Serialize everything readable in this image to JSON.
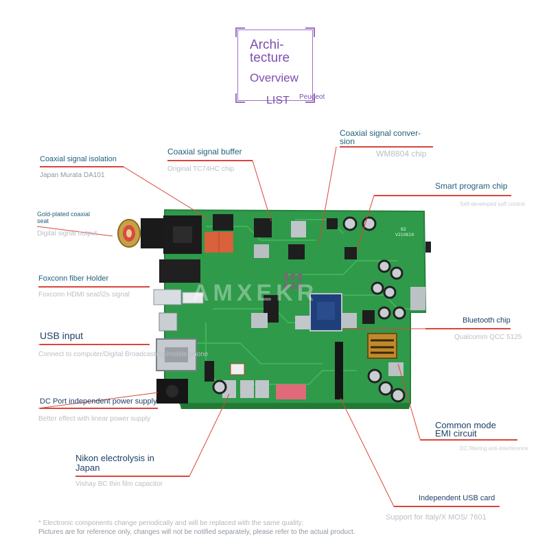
{
  "title": {
    "line1": "Archi-",
    "line2": "tecture",
    "line3": "Overview",
    "line4": "LIST",
    "brand": "Peugeot"
  },
  "watermark": "AMXEKR",
  "labels": {
    "coax_isolation": {
      "title": "Coaxial signal isolation",
      "sub": "Japan Murata DA101"
    },
    "coax_buffer": {
      "title": "Coaxial signal buffer",
      "sub": "Original TC74HC chip"
    },
    "coax_conversion": {
      "title": "Coaxial signal conver-\nsion",
      "sub": "WM8804 chip"
    },
    "smart_chip": {
      "title": "Smart program chip",
      "sub": "Self-developed soft control"
    },
    "gold_coax": {
      "title": "Gold-plated coaxial\nseat",
      "sub": "Digital signal output"
    },
    "fiber_holder": {
      "title": "Foxconn fiber Holder",
      "sub": "Foxconn HDMI seat/i2s signal"
    },
    "bluetooth": {
      "title": "Bluetooth chip",
      "sub": "Qualcomm QCC 5125"
    },
    "usb_input": {
      "title": "USB input",
      "sub": "Connect to computer/Digital Broadcasting/mobile phone"
    },
    "dc_port": {
      "title": "DC Port independent power supply",
      "sub": "Better effect with linear power supply"
    },
    "emi": {
      "title": "Common mode\nEMI circuit",
      "sub": "DC filtering anti-interference"
    },
    "nikon": {
      "title": "Nikon electrolysis in\nJapan",
      "sub": "Vishay BC thin film capacitor"
    },
    "usb_card": {
      "title": "Independent USB card",
      "sub": "Support for Italy/X MOS/ 7601"
    }
  },
  "board": {
    "pcb_label1": "B2",
    "pcb_label2": "V210619"
  },
  "footnote": {
    "line1": "* Electronic components change periodically and will be replaced with the same quality;",
    "line2": "Pictures are for reference only, changes will not be notified separately, please refer to the actual product."
  },
  "colors": {
    "pcb": "#2f9a4a",
    "leader": "#d9453b",
    "label": "#1f5f7a",
    "title": "#7b4fb0"
  }
}
